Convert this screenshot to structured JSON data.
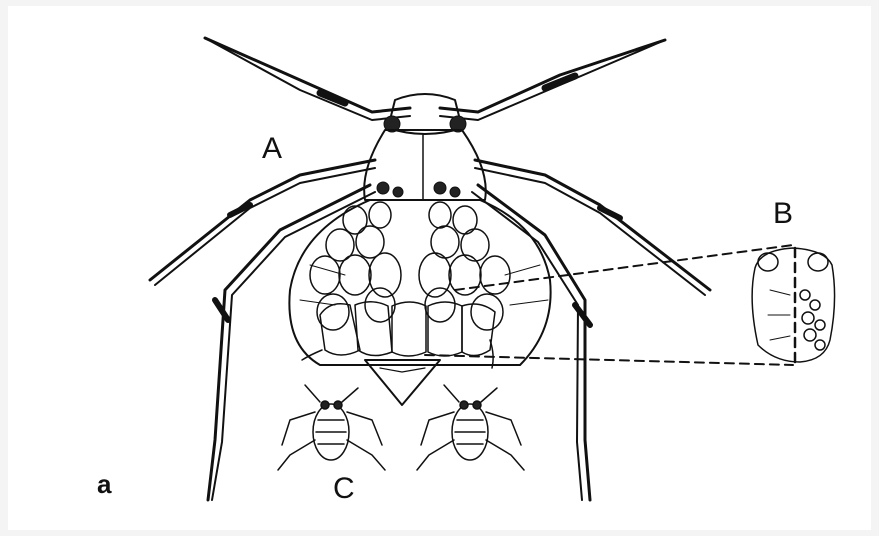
{
  "figure": {
    "labels": {
      "A": "A",
      "B": "B",
      "C": "C",
      "panel": "a"
    },
    "colors": {
      "ink": "#111111",
      "background": "#ffffff",
      "frame": "#f4f4f4"
    }
  }
}
